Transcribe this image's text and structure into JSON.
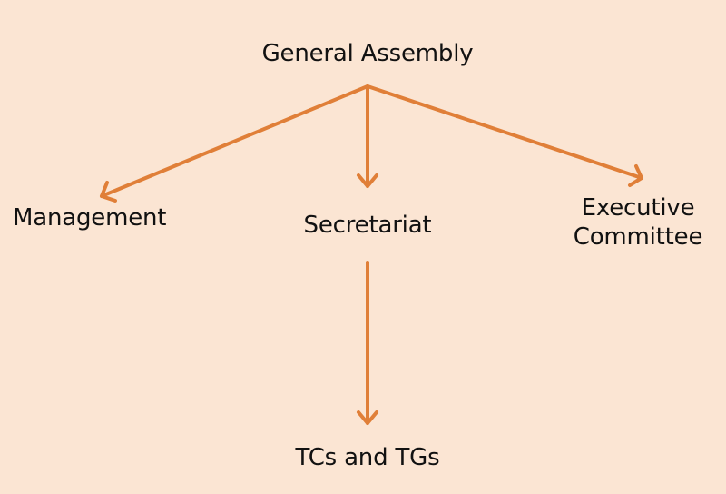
{
  "colors": {
    "background": "#FBE5D3",
    "arrow": "#E07F38",
    "text": "#111111"
  },
  "nodes": {
    "general_assembly": "General Assembly",
    "management": "Management",
    "secretariat": "Secretariat",
    "executive_committee": {
      "line1": "Executive",
      "line2": "Committee"
    },
    "tcs_and_tgs": "TCs and TGs"
  }
}
